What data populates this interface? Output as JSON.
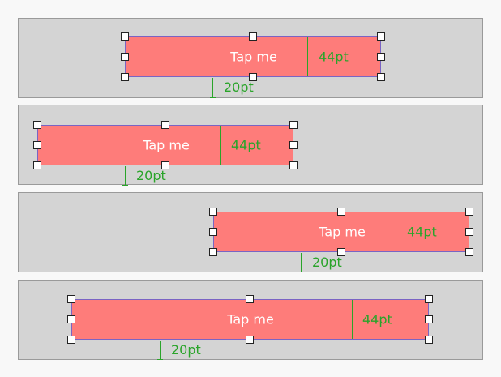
{
  "colors": {
    "page_bg": "#f8f8f8",
    "panel_bg": "#d4d4d4",
    "panel_border": "#9a9a9a",
    "button_fill": "#fe7c7a",
    "button_border": "#7a64c4",
    "label_color": "#ffffff",
    "measure_color": "#2aa42a",
    "handle_fill": "#ffffff",
    "handle_border": "#222222"
  },
  "variants": [
    {
      "button_label": "Tap me",
      "height_label": "44pt",
      "gap_label": "20pt"
    },
    {
      "button_label": "Tap me",
      "height_label": "44pt",
      "gap_label": "20pt"
    },
    {
      "button_label": "Tap me",
      "height_label": "44pt",
      "gap_label": "20pt"
    },
    {
      "button_label": "Tap me",
      "height_label": "44pt",
      "gap_label": "20pt"
    }
  ]
}
